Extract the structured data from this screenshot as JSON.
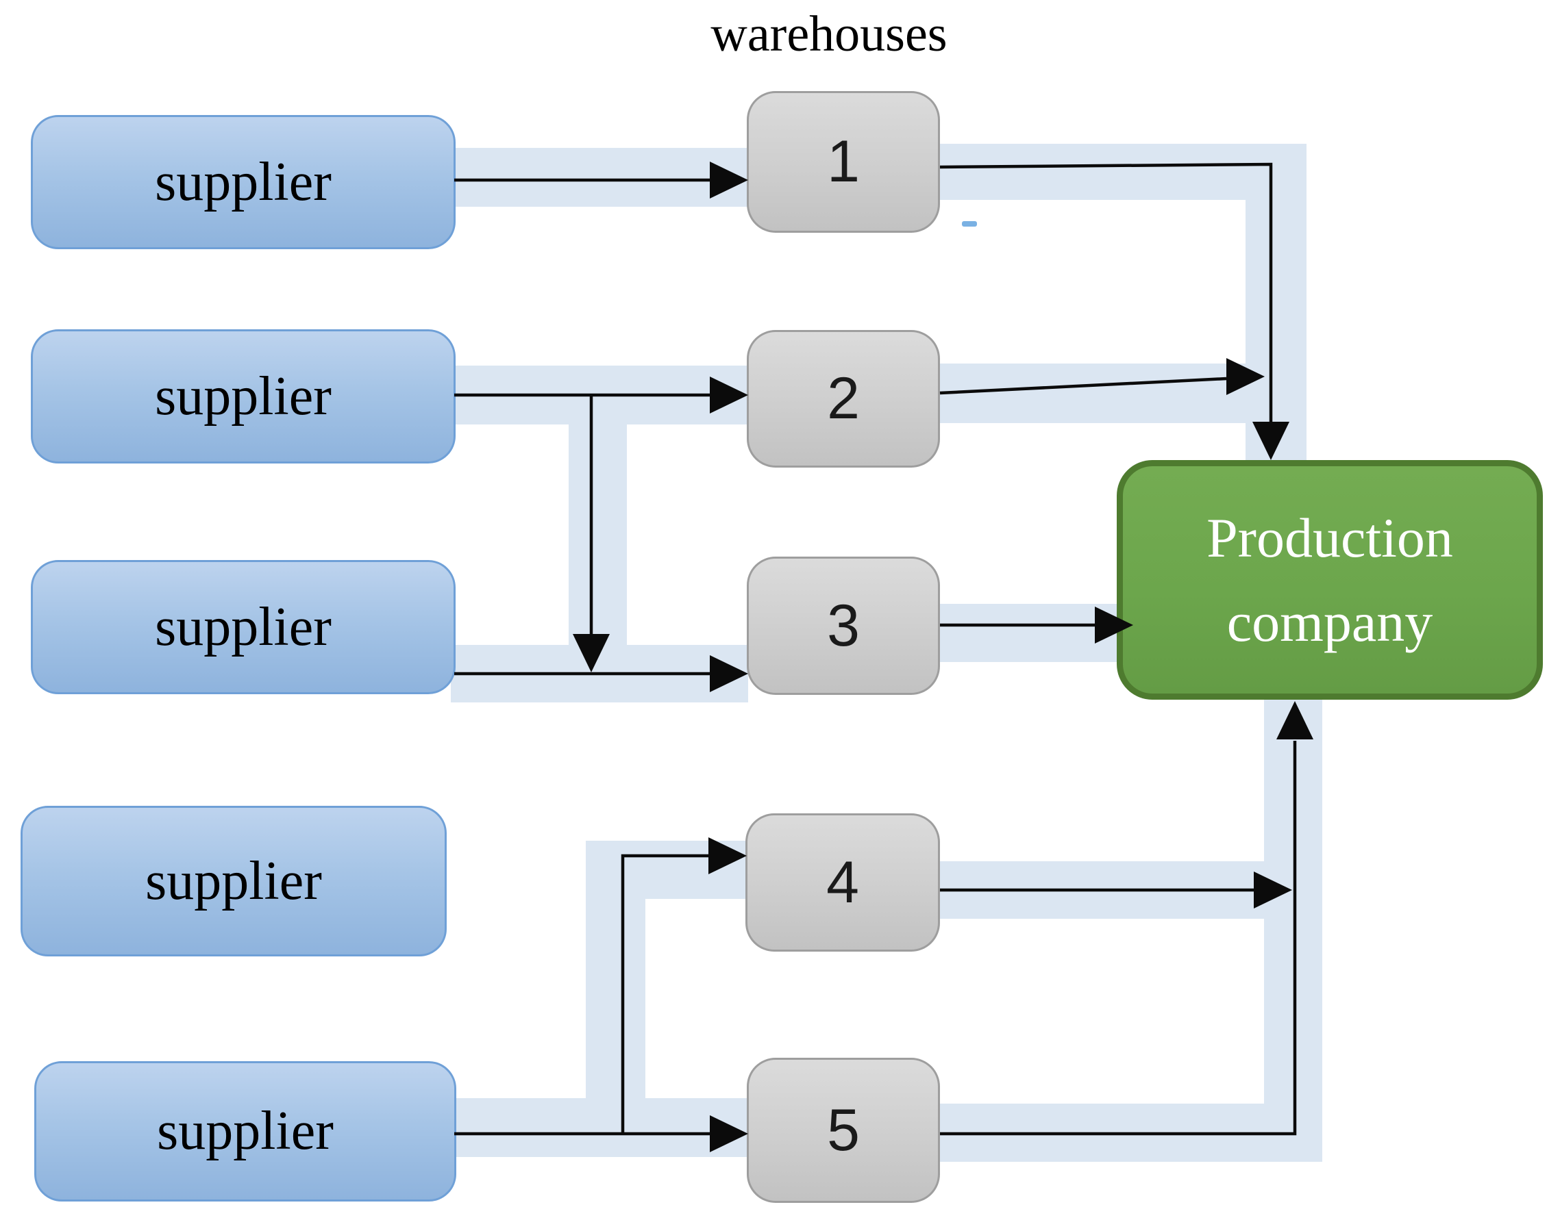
{
  "title": "warehouses",
  "suppliers": [
    {
      "label": "supplier"
    },
    {
      "label": "supplier"
    },
    {
      "label": "supplier"
    },
    {
      "label": "supplier"
    },
    {
      "label": "supplier"
    }
  ],
  "warehouses": [
    {
      "label": "1"
    },
    {
      "label": "2"
    },
    {
      "label": "3"
    },
    {
      "label": "4"
    },
    {
      "label": "5"
    }
  ],
  "production_company": {
    "label": "Production company",
    "line1": "Production",
    "line2": "company"
  },
  "flows": [
    {
      "from": "supplier-1",
      "to": "warehouse-1"
    },
    {
      "from": "supplier-2",
      "to": "warehouse-2"
    },
    {
      "from": "supplier-2",
      "to": "warehouse-3"
    },
    {
      "from": "supplier-3",
      "to": "warehouse-3"
    },
    {
      "from": "supplier-5",
      "to": "warehouse-4"
    },
    {
      "from": "supplier-5",
      "to": "warehouse-5"
    },
    {
      "from": "warehouse-1",
      "to": "production-company"
    },
    {
      "from": "warehouse-2",
      "to": "production-company"
    },
    {
      "from": "warehouse-3",
      "to": "production-company"
    },
    {
      "from": "warehouse-4",
      "to": "production-company"
    },
    {
      "from": "warehouse-5",
      "to": "production-company"
    }
  ],
  "colors": {
    "supplier_fill_top": "#bdd3ee",
    "supplier_fill_bottom": "#8eb3dd",
    "supplier_border": "#6fa0d7",
    "warehouse_fill_top": "#dbdbdb",
    "warehouse_fill_bottom": "#c2c2c2",
    "warehouse_border": "#9e9e9e",
    "production_fill": "#6ca64c",
    "production_border": "#4e7b2f",
    "flow_highlight": "#dbe6f2",
    "connector": "#000000",
    "text_on_production": "#ffffff"
  }
}
